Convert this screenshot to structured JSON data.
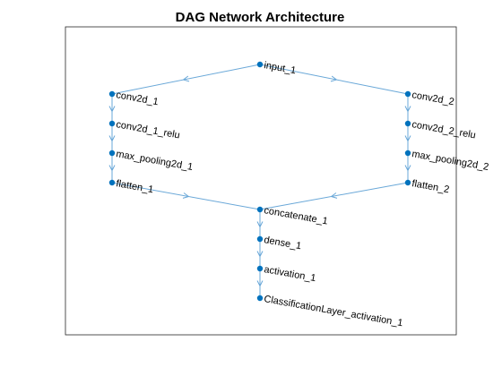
{
  "figure": {
    "title": "DAG Network Architecture"
  },
  "nodes": [
    {
      "id": "input_1",
      "label": "input_1"
    },
    {
      "id": "conv2d_1",
      "label": "conv2d_1"
    },
    {
      "id": "conv2d_1_relu",
      "label": "conv2d_1_relu"
    },
    {
      "id": "max_pooling2d_1",
      "label": "max_pooling2d_1"
    },
    {
      "id": "flatten_1",
      "label": "flatten_1"
    },
    {
      "id": "conv2d_2",
      "label": "conv2d_2"
    },
    {
      "id": "conv2d_2_relu",
      "label": "conv2d_2_relu"
    },
    {
      "id": "max_pooling2d_2",
      "label": "max_pooling2d_2"
    },
    {
      "id": "flatten_2",
      "label": "flatten_2"
    },
    {
      "id": "concatenate_1",
      "label": "concatenate_1"
    },
    {
      "id": "dense_1",
      "label": "dense_1"
    },
    {
      "id": "activation_1",
      "label": "activation_1"
    },
    {
      "id": "ClassificationLayer_activation_1",
      "label": "ClassificationLayer_activation_1"
    }
  ],
  "edges": [
    [
      "input_1",
      "conv2d_1"
    ],
    [
      "input_1",
      "conv2d_2"
    ],
    [
      "conv2d_1",
      "conv2d_1_relu"
    ],
    [
      "conv2d_1_relu",
      "max_pooling2d_1"
    ],
    [
      "max_pooling2d_1",
      "flatten_1"
    ],
    [
      "conv2d_2",
      "conv2d_2_relu"
    ],
    [
      "conv2d_2_relu",
      "max_pooling2d_2"
    ],
    [
      "max_pooling2d_2",
      "flatten_2"
    ],
    [
      "flatten_1",
      "concatenate_1"
    ],
    [
      "flatten_2",
      "concatenate_1"
    ],
    [
      "concatenate_1",
      "dense_1"
    ],
    [
      "dense_1",
      "activation_1"
    ],
    [
      "activation_1",
      "ClassificationLayer_activation_1"
    ]
  ],
  "colors": {
    "node": "#0072bd",
    "edge": "#6aa8d8",
    "axes": "#262626"
  }
}
